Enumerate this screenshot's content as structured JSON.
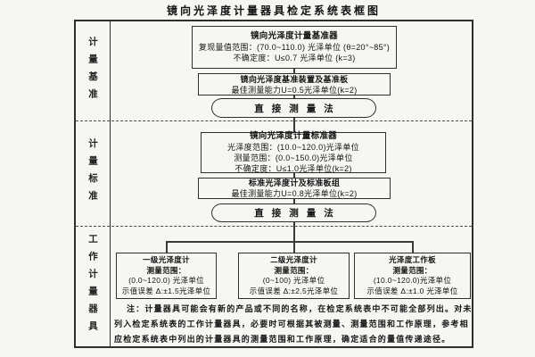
{
  "title": "镜向光泽度计量器具检定系统表框图",
  "colors": {
    "paper": "#f7f6f3",
    "line": "#2e2e2e",
    "text": "#1c1c1c"
  },
  "sections": {
    "benchmark": "计量基准",
    "standard": "计量标准",
    "working": "工作计量器具"
  },
  "boxes": {
    "primary": {
      "lines": [
        "镜向光泽度计量基准器",
        "复现量值范围：(70.0~110.0) 光泽单位 (θ=20°~85°)",
        "不确定度：U≤0.7 光泽单位 (k=3)"
      ]
    },
    "primary_device": {
      "lines": [
        "镜向光泽度基准装置及基准板",
        "最佳测量能力U=0.5光泽单位(k=2)"
      ]
    },
    "method1": {
      "label": "直接测量法"
    },
    "standard_meter": {
      "lines": [
        "镜向光泽度计量标准器",
        "光泽度范围：(10.0~120.0)光泽单位",
        "测量范围：(0.0~150.0)光泽单位",
        "不确定度：U≤1.0光泽单位(k=2)"
      ]
    },
    "standard_set": {
      "lines": [
        "标准光泽度计及标准板组",
        "最佳测量能力U=0.8光泽单位(k=2)"
      ]
    },
    "method2": {
      "label": "直接测量法"
    },
    "grade1": {
      "lines": [
        "一级光泽度计",
        "测量范围：",
        "(0.0~120.0) 光泽单位",
        "示值误差 Δ:±1.5光泽单位"
      ]
    },
    "grade2": {
      "lines": [
        "二级光泽度计",
        "测量范围：",
        "(0~100) 光泽单位",
        "示值误差 Δ:±2.5光泽单位"
      ]
    },
    "working_plate": {
      "lines": [
        "光泽度工作板",
        "测量范围：",
        "(10.0~120.0)光泽单位",
        "示值误差 Δ:±1.0 光泽单位"
      ]
    }
  },
  "note": {
    "lines": [
      "注：计量器具可能会有新的产品或不同的名称，在检定系统表中不可能全部列出。对未",
      "列入检定系统表的工作计量器具，必要时可根据其被测量、测量范围和工作原理，参考相",
      "应检定系统表中列出的计量器具的测量范围和工作原理，确定适合的量值传递途径。"
    ]
  }
}
